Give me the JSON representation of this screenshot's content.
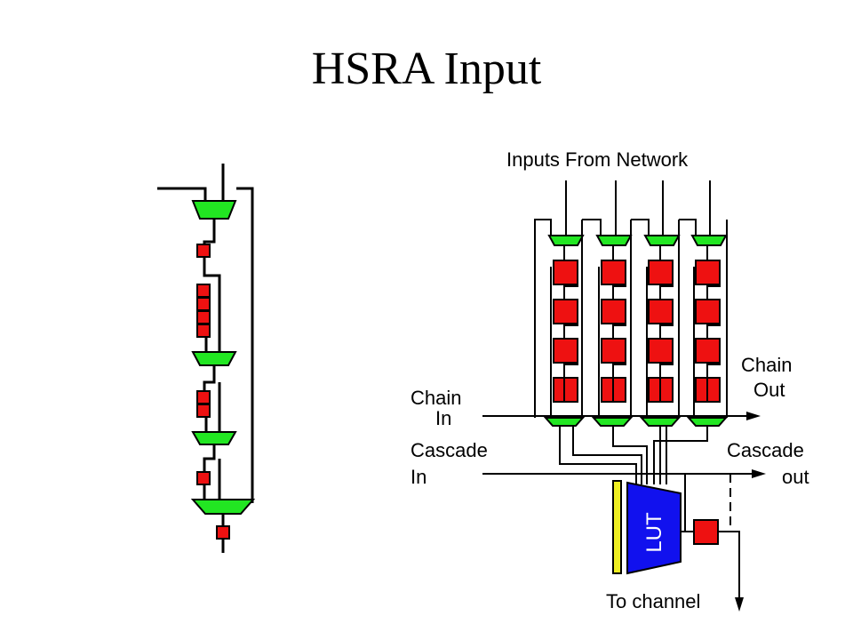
{
  "slide": {
    "title": "HSRA Input"
  },
  "diagram": {
    "labels": {
      "inputs_from_network": "Inputs From Network",
      "chain_in_line1": "Chain",
      "chain_in_line2": "In",
      "cascade_in_line1": "Cascade",
      "cascade_in_line2": "In",
      "chain_out_line1": "Chain",
      "chain_out_line2": "Out",
      "cascade_out_line1": "Cascade",
      "cascade_out_line2": "out",
      "to_channel": "To channel",
      "lut": "LUT"
    },
    "colors": {
      "mux": "#22e622",
      "register": "#ee1111",
      "lut": "#1111ee",
      "config_bar": "#eeee22",
      "wire": "#000000"
    }
  }
}
